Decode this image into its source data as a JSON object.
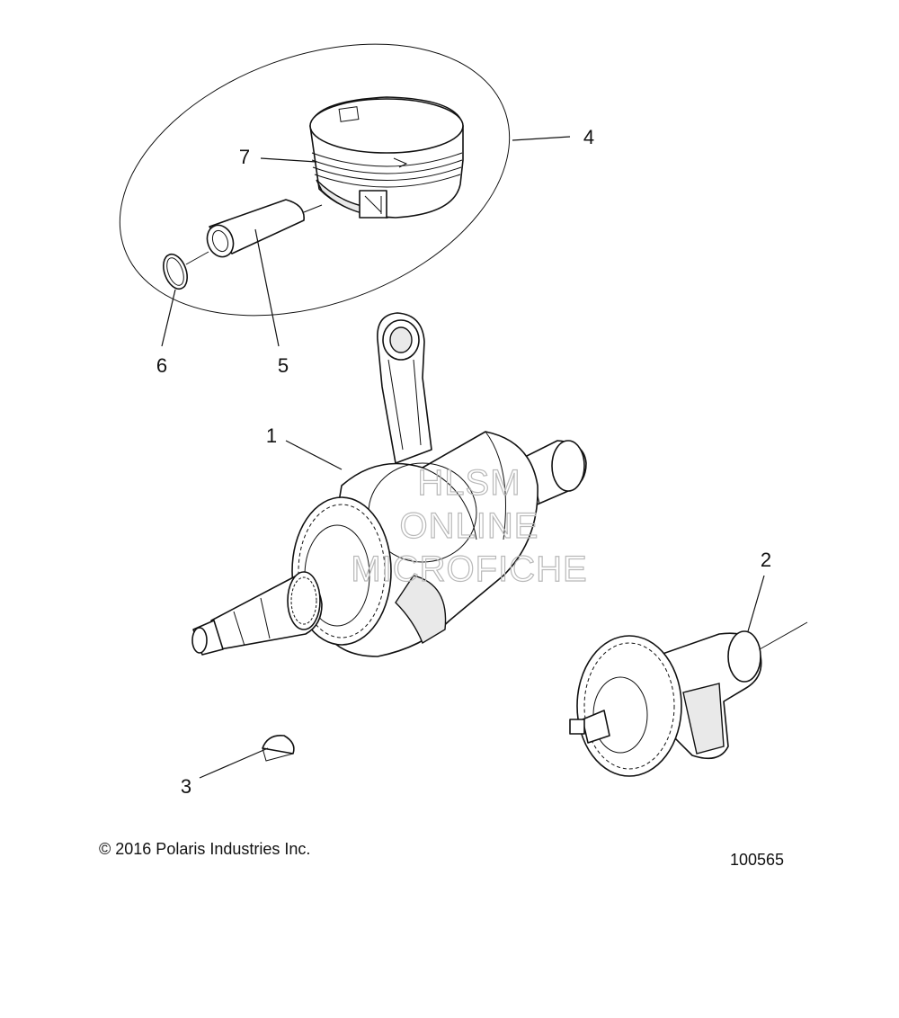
{
  "callouts": {
    "c1": "1",
    "c2": "2",
    "c3": "3",
    "c4": "4",
    "c5": "5",
    "c6": "6",
    "c7": "7"
  },
  "watermark": {
    "line1": "HLSM",
    "line2": "ONLINE",
    "line3": "MICROFICHE"
  },
  "footer": {
    "copyright": "© 2016 Polaris Industries Inc.",
    "drawing_number": "100565"
  }
}
